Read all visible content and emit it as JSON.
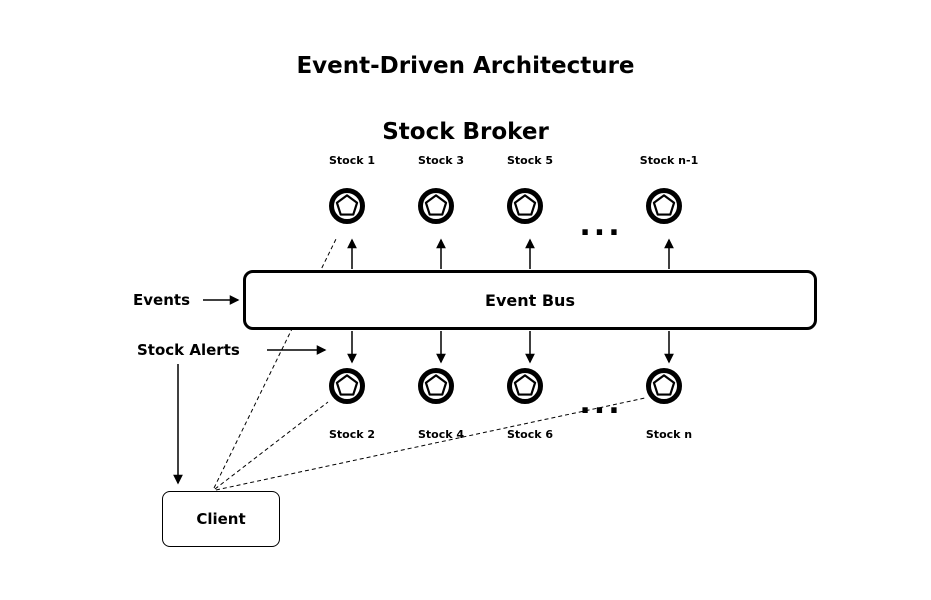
{
  "title": {
    "line1": "Event-Driven Architecture",
    "line2": "Stock Broker"
  },
  "event_bus": {
    "label": "Event Bus"
  },
  "client": {
    "label": "Client"
  },
  "side_labels": {
    "events": "Events",
    "stock_alerts": "Stock Alerts"
  },
  "nodes": {
    "top": [
      {
        "label": "Stock 1"
      },
      {
        "label": "Stock 3"
      },
      {
        "label": "Stock 5"
      },
      {
        "label": "Stock n-1"
      }
    ],
    "bottom": [
      {
        "label": "Stock 2"
      },
      {
        "label": "Stock 4"
      },
      {
        "label": "Stock 6"
      },
      {
        "label": "Stock n"
      }
    ]
  },
  "ellipsis": {
    "top": "...",
    "bottom": "..."
  },
  "icons": {
    "node_icon": "pentagon-in-circle-icon"
  },
  "colors": {
    "stroke": "#000000",
    "background": "#ffffff"
  }
}
